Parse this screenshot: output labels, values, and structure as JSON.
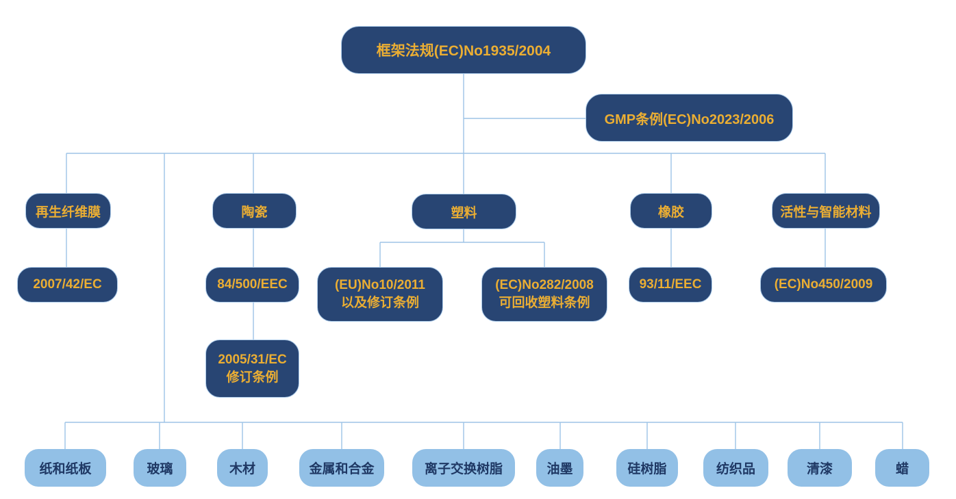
{
  "colors": {
    "background": "#FFFFFF",
    "dark_node_bg": "#284573",
    "dark_node_border": "#AECDEB",
    "dark_node_text": "#EBAE33",
    "light_node_bg": "#92C0E6",
    "light_node_text": "#1F3864",
    "connector_line": "#9DC3E6"
  },
  "nodes": {
    "framework": {
      "label": "框架法规(EC)No1935/2004"
    },
    "gmp": {
      "label": "GMP条例(EC)No2023/2006"
    },
    "regenerated_cellulose": {
      "label": "再生纤维膜"
    },
    "reg_2007_42_ec": {
      "label": "2007/42/EC"
    },
    "ceramics": {
      "label": "陶瓷"
    },
    "reg_84_500_eec": {
      "label": "84/500/EEC"
    },
    "reg_2005_31_ec": {
      "line1": "2005/31/EC",
      "line2": "修订条例"
    },
    "plastics": {
      "label": "塑料"
    },
    "reg_eu_10_2011": {
      "line1": "(EU)No10/2011",
      "line2": "以及修订条例"
    },
    "reg_ec_282_2008": {
      "line1": "(EC)No282/2008",
      "line2": "可回收塑料条例"
    },
    "rubber": {
      "label": "橡胶"
    },
    "reg_93_11_eec": {
      "label": "93/11/EEC"
    },
    "active_intelligent": {
      "label": "活性与智能材料"
    },
    "reg_ec_450_2009": {
      "label": "(EC)No450/2009"
    },
    "materials": [
      "纸和纸板",
      "玻璃",
      "木材",
      "金属和合金",
      "离子交换树脂",
      "油墨",
      "硅树脂",
      "纺织品",
      "清漆",
      "蜡"
    ]
  }
}
